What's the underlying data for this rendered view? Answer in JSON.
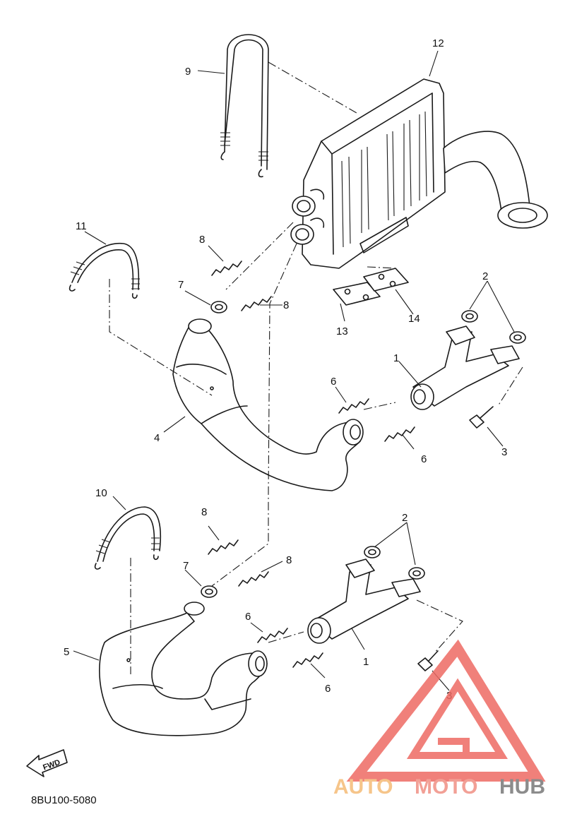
{
  "callouts": {
    "c1a": "1",
    "c1b": "1",
    "c2a": "2",
    "c2b": "2",
    "c3a": "3",
    "c3b": "3",
    "c4": "4",
    "c5": "5",
    "c6a": "6",
    "c6b": "6",
    "c6c": "6",
    "c6d": "6",
    "c7a": "7",
    "c7b": "7",
    "c8a": "8",
    "c8b": "8",
    "c8c": "8",
    "c8d": "8",
    "c9": "9",
    "c10": "10",
    "c11": "11",
    "c12": "12",
    "c13": "13",
    "c14": "14"
  },
  "forward_label": "FWD",
  "diagram_code": "8BU100-5080",
  "watermark": {
    "text_auto": "AUTO",
    "text_moto": "MOTO",
    "text_hub": "HUB",
    "color_auto": "#f6c58a",
    "color_moto": "#f2a096",
    "color_hub": "#8c8c8c",
    "logo_color": "#ee6a63"
  }
}
